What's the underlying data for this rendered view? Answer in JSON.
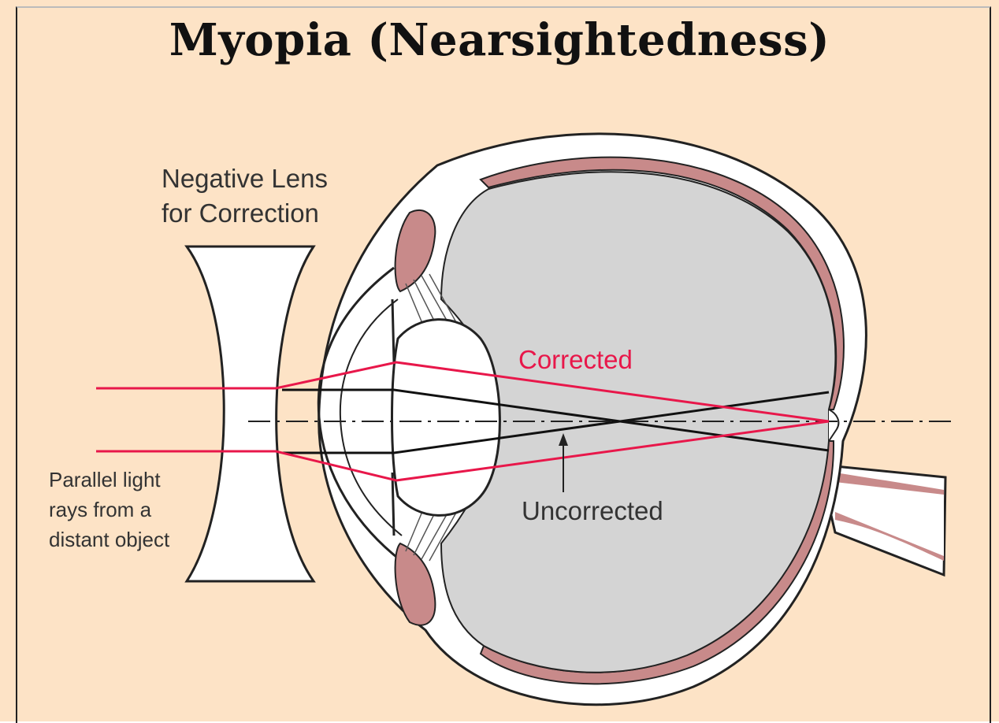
{
  "title": "Myopia (Nearsightedness)",
  "labels": {
    "lens_line1": "Negative Lens",
    "lens_line2": "for Correction",
    "corrected": "Corrected",
    "uncorrected": "Uncorrected",
    "rays_line1": "Parallel light",
    "rays_line2": "rays from a",
    "rays_line3": "distant object"
  },
  "colors": {
    "background": "#fde3c6",
    "vitreous": "#d4d4d4",
    "choroid": "#c88a8a",
    "corrected_ray": "#e8174a",
    "uncorrected_ray": "#111111"
  }
}
